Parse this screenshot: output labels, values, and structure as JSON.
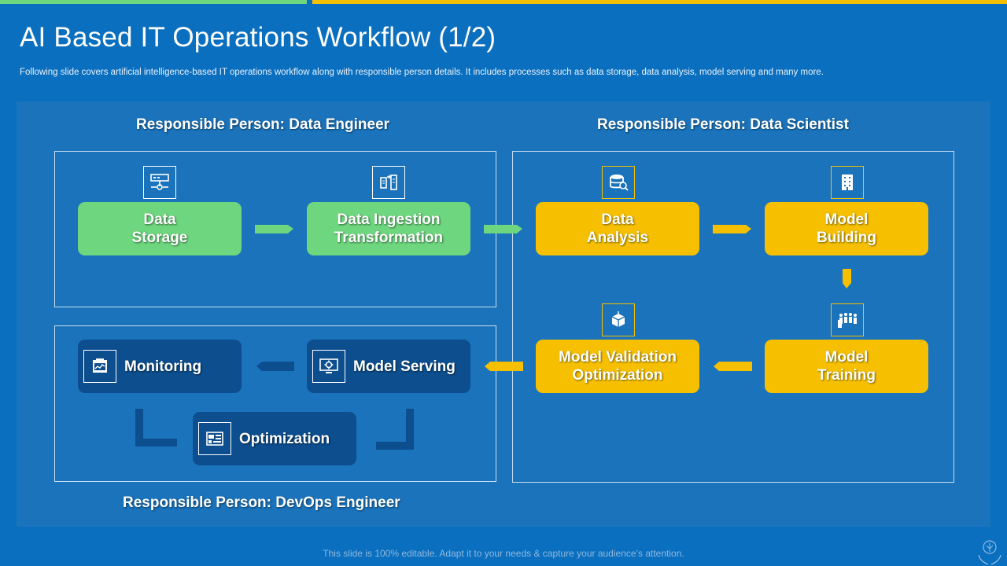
{
  "slide": {
    "title": "AI Based IT Operations Workflow (1/2)",
    "subtitle": "Following slide covers artificial intelligence-based IT operations workflow along with responsible person details. It includes processes such as data storage, data analysis, model serving and many more.",
    "footer": "This slide is 100% editable. Adapt it to your needs & capture your audience’s attention."
  },
  "sections": {
    "data_engineer": "Responsible Person: Data Engineer",
    "data_scientist": "Responsible Person: Data Scientist",
    "devops_engineer": "Responsible Person: DevOps Engineer"
  },
  "steps": {
    "data_storage": "Data\nStorage",
    "data_ingestion": "Data Ingestion\nTransformation",
    "data_analysis": "Data\nAnalysis",
    "model_building": "Model\nBuilding",
    "model_training": "Model\nTraining",
    "model_validation": "Model Validation\nOptimization",
    "model_serving": "Model Serving",
    "monitoring": "Monitoring",
    "optimization": "Optimization"
  },
  "icons": {
    "data_storage": "server-icon",
    "data_ingestion": "data-transfer-icon",
    "data_analysis": "database-search-icon",
    "model_building": "building-icon",
    "model_training": "team-icon",
    "model_validation": "cube-icon",
    "model_serving": "monitor-settings-icon",
    "monitoring": "monitoring-screen-icon",
    "optimization": "dashboard-icon",
    "brand": "hands-brain-icon"
  },
  "colors": {
    "background": "#0a6fbf",
    "panel": "#1a73bb",
    "green": "#6ed67e",
    "yellow": "#f6c000",
    "dark": "#0d4e8e"
  }
}
